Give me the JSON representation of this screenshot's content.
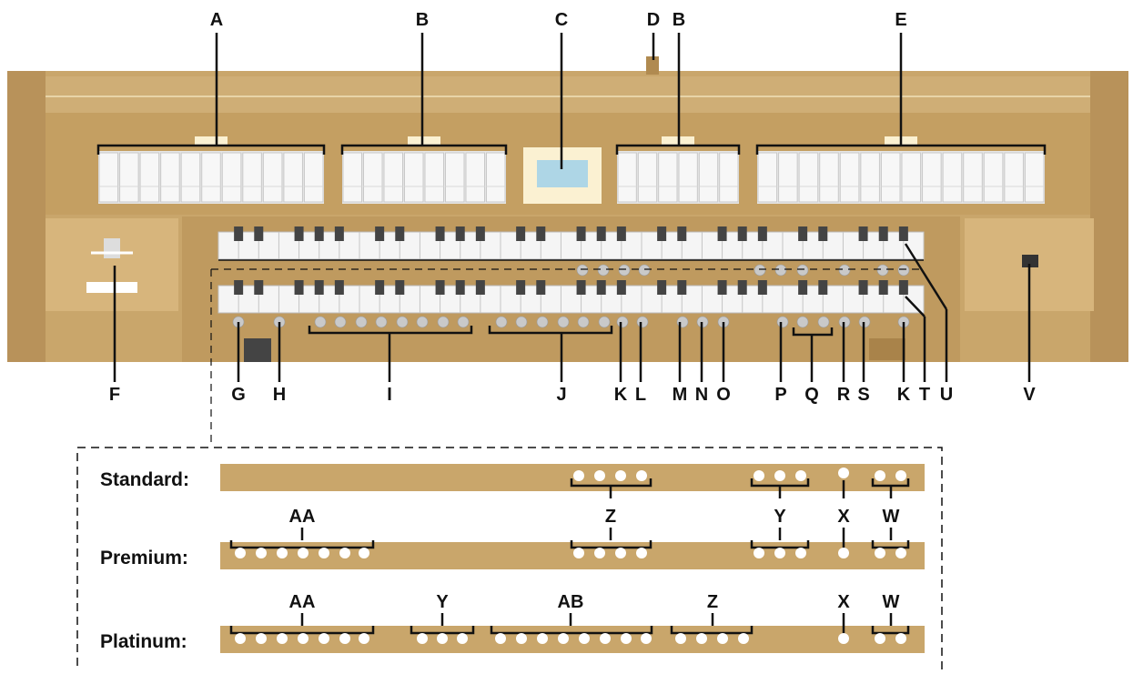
{
  "top_labels": [
    "A",
    "B",
    "C",
    "D",
    "B",
    "E"
  ],
  "bottom_labels": [
    "F",
    "G",
    "H",
    "I",
    "J",
    "K",
    "L",
    "M",
    "N",
    "O",
    "P",
    "Q",
    "R",
    "S",
    "K",
    "T",
    "U",
    "V"
  ],
  "variants": [
    {
      "name": "Standard:"
    },
    {
      "name": "Premium:"
    },
    {
      "name": "Platinum:"
    }
  ],
  "standard_labels": [],
  "premium_labels": [
    "AA",
    "Z",
    "Y",
    "X",
    "W"
  ],
  "platinum_labels": [
    "AA",
    "Y",
    "AB",
    "Z",
    "X",
    "W"
  ],
  "colors": {
    "wood": "#c9a66b",
    "wood_dark": "#a9834a",
    "wood_light": "#dcc08c",
    "tab_white": "#f2f2f2",
    "screen": "#aed6e6",
    "button": "#c8c8c8",
    "line": "#111111"
  }
}
